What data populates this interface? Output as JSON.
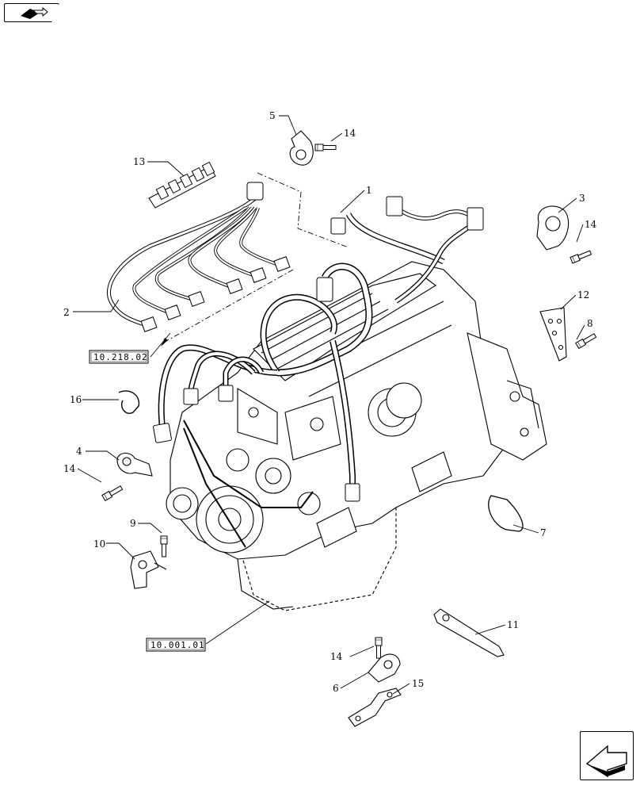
{
  "nav": {
    "top_icon": "book-arrow-icon",
    "bottom_icon": "back-arrow-icon"
  },
  "callouts": [
    {
      "id": "1",
      "label": "1"
    },
    {
      "id": "2",
      "label": "2"
    },
    {
      "id": "3",
      "label": "3"
    },
    {
      "id": "4",
      "label": "4"
    },
    {
      "id": "5",
      "label": "5"
    },
    {
      "id": "6",
      "label": "6"
    },
    {
      "id": "7",
      "label": "7"
    },
    {
      "id": "8",
      "label": "8"
    },
    {
      "id": "9",
      "label": "9"
    },
    {
      "id": "10",
      "label": "10"
    },
    {
      "id": "11",
      "label": "11"
    },
    {
      "id": "12",
      "label": "12"
    },
    {
      "id": "13",
      "label": "13"
    },
    {
      "id": "14a",
      "label": "14"
    },
    {
      "id": "14b",
      "label": "14"
    },
    {
      "id": "14c",
      "label": "14"
    },
    {
      "id": "14d",
      "label": "14"
    },
    {
      "id": "15",
      "label": "15"
    },
    {
      "id": "16",
      "label": "16"
    }
  ],
  "references": [
    {
      "id": "ref-harness",
      "label": "10.218.02"
    },
    {
      "id": "ref-engine",
      "label": "10.001.01"
    }
  ]
}
